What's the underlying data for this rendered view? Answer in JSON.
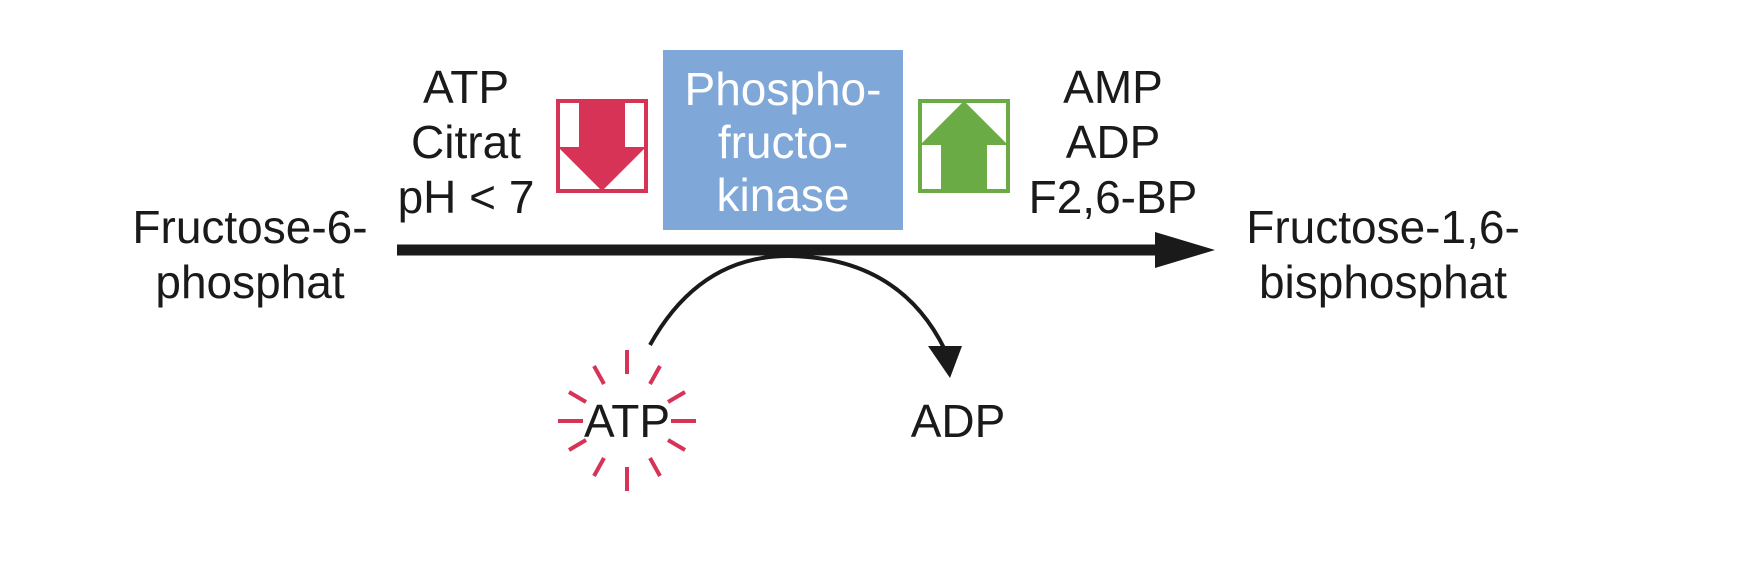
{
  "substrate": [
    "Fructose-6-",
    "phosphat"
  ],
  "product": [
    "Fructose-1,6-",
    "bisphosphat"
  ],
  "enzyme": [
    "Phospho-",
    "fructo-",
    "kinase"
  ],
  "inhibitors": [
    "ATP",
    "Citrat",
    "pH < 7"
  ],
  "activators": [
    "AMP",
    "ADP",
    "F2,6-BP"
  ],
  "cosubstrate": "ATP",
  "coproduct": "ADP",
  "colors": {
    "enzyme_box": "#7fa7d8",
    "inhibition": "#d63357",
    "activation": "#6aab45",
    "arrow": "#1a1a1a"
  },
  "icons": {
    "inhibition": "down-arrow-icon",
    "activation": "up-arrow-icon",
    "cosubstrate_marker": "starburst-icon"
  }
}
